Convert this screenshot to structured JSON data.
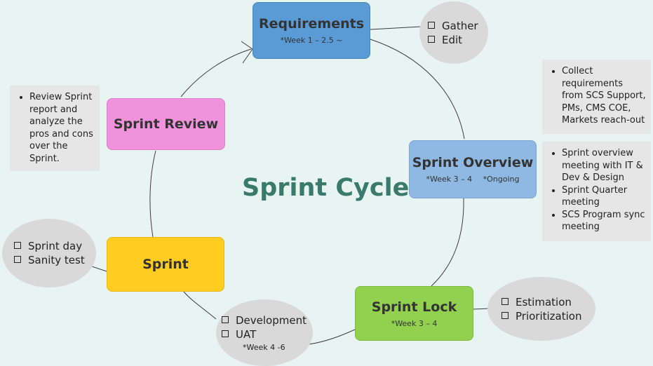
{
  "title": "Sprint Cycle",
  "nodes": {
    "requirements": {
      "title": "Requirements",
      "note": "*Week 1 – 2.5 ~"
    },
    "overview": {
      "title": "Sprint Overview",
      "notes": [
        "*Week 3 – 4",
        "*Ongoing"
      ]
    },
    "lock": {
      "title": "Sprint Lock",
      "note": "*Week 3 – 4"
    },
    "sprint": {
      "title": "Sprint"
    },
    "review": {
      "title": "Sprint Review"
    }
  },
  "ellipses": {
    "gather_edit": [
      "Gather",
      "Edit"
    ],
    "estimation": [
      "Estimation",
      "Prioritization"
    ],
    "development": {
      "items": [
        "Development",
        "UAT"
      ],
      "note": "*Week 4 -6"
    },
    "sprint_day": [
      "Sprint day",
      "Sanity test"
    ]
  },
  "callouts": {
    "collect": [
      "Collect requirements from SCS Support, PMs, CMS COE, Markets reach-out"
    ],
    "overview_meetings": [
      "Sprint overview meeting with IT & Dev & Design",
      "Sprint Quarter meeting",
      "SCS Program sync meeting"
    ],
    "review_report": [
      "Review Sprint report and analyze the pros and cons over the Sprint."
    ]
  },
  "colors": {
    "requirements": "#5b9bd5",
    "overview": "#8fb8e2",
    "lock": "#92d050",
    "sprint": "#ffcc22",
    "review": "#f093dc",
    "ellipse": "#d9d9d9",
    "callout": "#e6e6e6",
    "background": "#e8f4f1",
    "title": "#3a7a6a"
  }
}
